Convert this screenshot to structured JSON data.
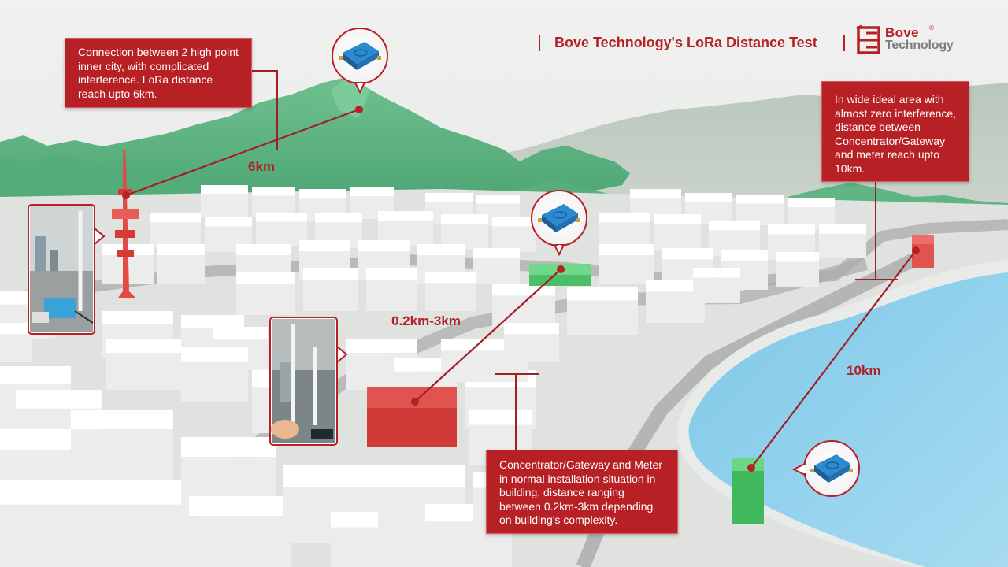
{
  "header": {
    "title": "Bove Technology's LoRa Distance Test",
    "brand_line1": "Bove",
    "brand_line2": "Technology",
    "brand_mark": "®"
  },
  "callouts": {
    "six_km": "Connection between 2 high point inner city, with complicated interference. LoRa distance reach upto 6km.",
    "ten_km": "In wide ideal area with almost zero interference, distance between Concentrator/Gateway and meter reach upto 10km.",
    "short_range": "Concentrator/Gateway and Meter in normal installation situation in building, distance ranging between 0.2km-3km depending on building's complexity."
  },
  "distances": {
    "six_km": "6km",
    "short_range": "0.2km-3km",
    "ten_km": "10km"
  },
  "colors": {
    "accent_red": "#b72025",
    "mountain_green": "#5fb583",
    "water_blue": "#8fd0ec",
    "building_white": "#f6f6f6",
    "brand_gray": "#7d7d7d"
  },
  "icons": {
    "device": "lora-module-icon",
    "logo": "bove-logo-icon"
  }
}
